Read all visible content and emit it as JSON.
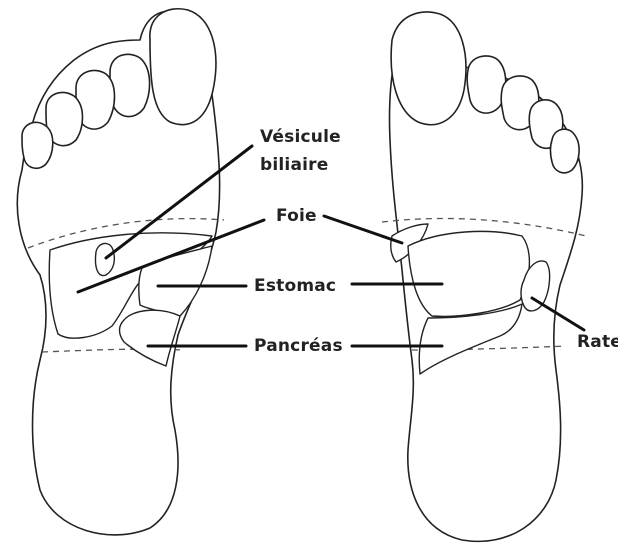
{
  "labels": {
    "vesicule_line1": "Vésicule",
    "vesicule_line2": "biliaire",
    "foie": "Foie",
    "estomac": "Estomac",
    "pancreas": "Pancréas",
    "rate": "Rate"
  },
  "colors": {
    "ink": "#222222",
    "background": "#ffffff",
    "dash": "#555555"
  }
}
